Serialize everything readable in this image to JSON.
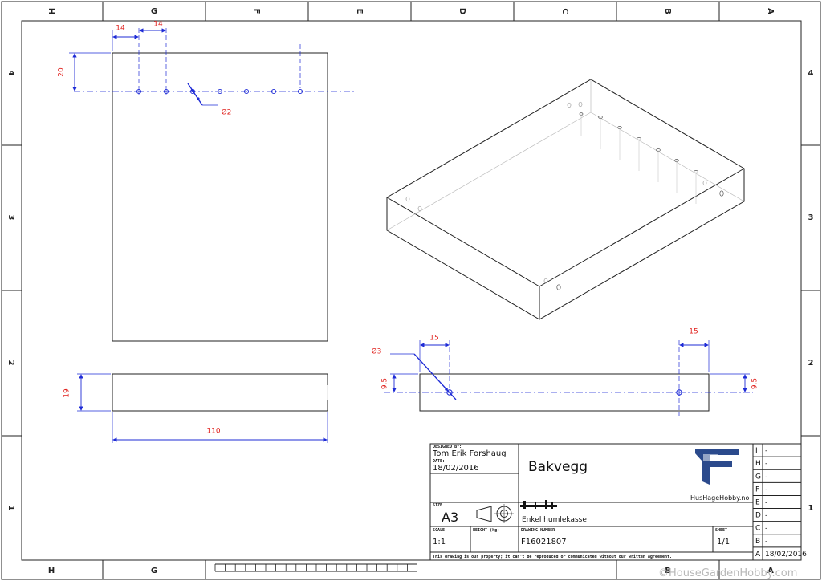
{
  "border": {
    "zones_top": [
      "H",
      "G",
      "F",
      "E",
      "D",
      "C",
      "B",
      "A"
    ],
    "zones_bottom": [
      "H",
      "G",
      "B",
      "A"
    ],
    "zones_side": [
      "4",
      "3",
      "2",
      "1"
    ]
  },
  "dimensions": {
    "front_top_left": "14",
    "front_top_right": "14",
    "front_height": "20",
    "front_hole": "Ø2",
    "side_height": "19",
    "side_width": "110",
    "bottom_hole": "Ø3",
    "bottom_left_offset": "15",
    "bottom_right_offset": "15",
    "bottom_left_height": "9.5",
    "bottom_right_height": "9.5"
  },
  "title_block": {
    "designed_by_label": "DESIGNED BY:",
    "designer": "Tom Erik Forshaug",
    "date_label": "DATE:",
    "date": "18/02/2016",
    "title": "Bakvegg",
    "company": "HusHageHobby.no",
    "size_label": "SIZE",
    "size": "A3",
    "description": "Enkel humlekasse",
    "scale_label": "SCALE",
    "scale": "1:1",
    "weight_label": "WEIGHT (kg)",
    "drawing_number_label": "DRAWING NUMBER",
    "drawing_number": "F16021807",
    "sheet_label": "SHEET",
    "sheet": "1/1",
    "notice": "This drawing is our property; it can't be reproduced or communicated without our written agreement."
  },
  "revisions": [
    {
      "letter": "I",
      "value": "-"
    },
    {
      "letter": "H",
      "value": "-"
    },
    {
      "letter": "G",
      "value": "-"
    },
    {
      "letter": "F",
      "value": "-"
    },
    {
      "letter": "E",
      "value": "-"
    },
    {
      "letter": "D",
      "value": "-"
    },
    {
      "letter": "C",
      "value": "-"
    },
    {
      "letter": "B",
      "value": "-"
    },
    {
      "letter": "A",
      "value": "18/02/2016"
    }
  ],
  "watermark": "©HouseGardenHobby.com",
  "colors": {
    "dimension_line": "#1e2bd6",
    "dimension_text": "#e0201c",
    "logo": "#2b4a8c"
  }
}
